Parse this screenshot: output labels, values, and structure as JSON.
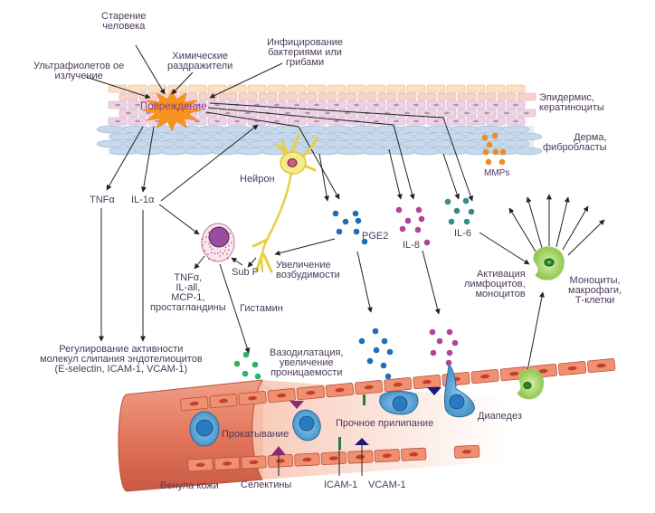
{
  "title": "Воспалительный каскад в коже",
  "colors": {
    "epidermis_top": "#fbe0c2",
    "epidermis_mid": "#f6d2cf",
    "keratinocyte": "#ecd4e4",
    "dermis": "#c6d8ea",
    "damage_star": "#f7931e",
    "damage_text": "#8b3a8b",
    "mmp_dots": "#f08a24",
    "pge2_dots": "#1e6fb8",
    "il8_dots": "#b0449a",
    "il6_dots": "#3a8a8a",
    "histamine_dots": "#2db36a",
    "vessel": "#e8856a",
    "endothelial": "#f09070",
    "leukocyte": "#5aa8d8",
    "monocyte": "#a8d86a",
    "neuron": "#f3e06a",
    "mast_cell_nucleus": "#9a4ca0",
    "selectin": "#8a2a70",
    "icam": "#2a7a3a",
    "vcam": "#1a1a7a"
  },
  "stimuli": {
    "aging": "Старение\nчеловека",
    "uv": "Ультрафиолетов ое\nизлучение",
    "chemical": "Химические\nраздражители",
    "infection": "Инфицирование\nбактериями или\nгрибами"
  },
  "damage": "Повреждение",
  "layers": {
    "epidermis": "Эпидермис,\nкератиноциты",
    "dermis": "Дерма,\nфибробласты"
  },
  "mediators": {
    "mmps": "MMPs",
    "tnfa": "TNFα",
    "il1a": "IL-1α",
    "pge2": "PGE2",
    "il8": "IL-8",
    "il6": "IL-6",
    "sub_p": "Sub P"
  },
  "neuron": "Нейрон",
  "excitability": "Увеличение\nвозбудимости",
  "mast_cell_products": "TNFα,\nIL-all,\nMCP-1,\nпростагландины",
  "histamine": "Гистамин",
  "adhesion_regulation": "Регулирование активности\nмолекул слипания эндотелиоцитов\n(E-selectin, ICAM-1, VCAM-1)",
  "vasodilation": "Вазодилатация,\nувеличение\nпроницаемости",
  "activation": "Активация\nлимфоцитов,\nмоноцитов",
  "immune_cells": "Моноциты,\nмакрофаги,\nТ-клетки",
  "vessel_labels": {
    "venule": "Венула кожи",
    "rolling": "Прокатывание",
    "firm_adhesion": "Прочное прилипание",
    "diapedesis": "Диапедез",
    "selectins": "Селектины",
    "icam1": "ICAM-1",
    "vcam1": "VCAM-1"
  }
}
